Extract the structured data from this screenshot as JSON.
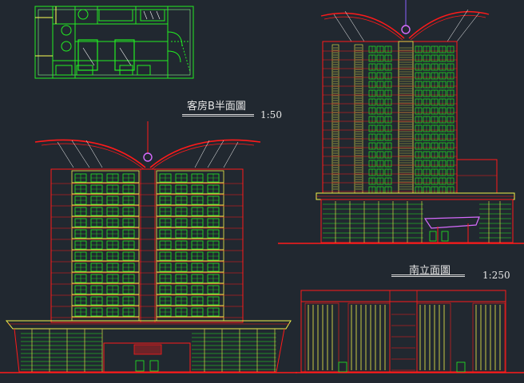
{
  "labels": {
    "plan_title": "客房B半面圖",
    "plan_scale": "1:50",
    "elev_title": "南立面圖",
    "elev_scale": "1:250"
  },
  "colors": {
    "background": "#212830",
    "red": "#ff1a1a",
    "green": "#22ee22",
    "yellow": "#f2f24a",
    "white": "#e6e6e6",
    "magenta": "#d86bff"
  }
}
